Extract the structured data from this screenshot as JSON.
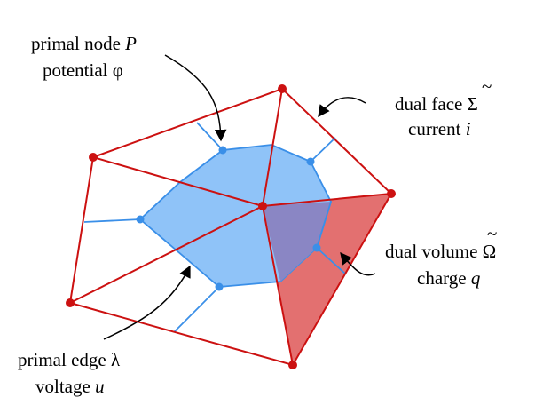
{
  "labels": {
    "primal_node": {
      "line1": "primal node ",
      "line1_var": "P",
      "line2": "potential φ"
    },
    "dual_face": {
      "line1": "dual face ",
      "line1_symbol": "Σ",
      "line1_accent": "~",
      "line2": "current ",
      "line2_var": "i"
    },
    "dual_volume": {
      "line1": "dual volume ",
      "line1_symbol": "Ω",
      "line1_accent": "~",
      "line2": "charge ",
      "line2_var": "q"
    },
    "primal_edge": {
      "line1": "primal edge λ",
      "line2": "voltage ",
      "line2_var": "u"
    }
  },
  "colors": {
    "primal": "#cc1111",
    "dual": "#3a8fe8",
    "dual_fill": "#8fc3f8",
    "volume_fill": "#e06060",
    "overlap_fill": "#8a86c4"
  }
}
